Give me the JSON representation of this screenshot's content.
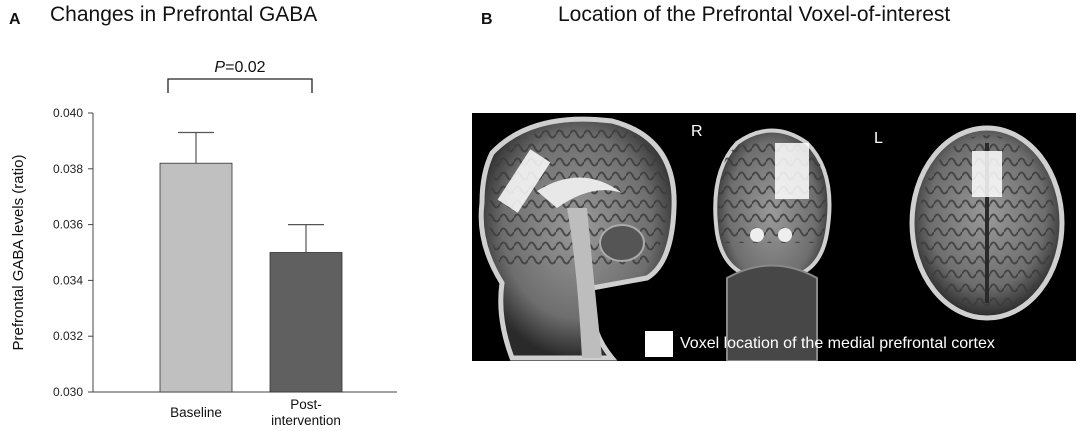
{
  "panel_a": {
    "letter": "A",
    "title": "Changes in Prefrontal GABA"
  },
  "panel_b": {
    "letter": "B",
    "title": "Location of the Prefrontal Voxel-of-interest",
    "orientation_right": "R",
    "orientation_left": "L",
    "legend_text": "Voxel location of the medial prefrontal cortex"
  },
  "chart_data": {
    "type": "bar",
    "categories": [
      "Baseline",
      "Post-intervention"
    ],
    "category_lines": [
      [
        "Baseline"
      ],
      [
        "Post-",
        "intervention"
      ]
    ],
    "values": [
      0.0382,
      0.035
    ],
    "errors": [
      0.0011,
      0.001
    ],
    "bar_colors": [
      "#c0c0c0",
      "#606060"
    ],
    "ylabel": "Prefrontal GABA levels (ratio)",
    "ylim": [
      0.03,
      0.04
    ],
    "yticks": [
      "0.030",
      "0.032",
      "0.034",
      "0.036",
      "0.038",
      "0.040"
    ],
    "significance": {
      "p_prefix": "P",
      "p_value": "=0.02"
    }
  }
}
